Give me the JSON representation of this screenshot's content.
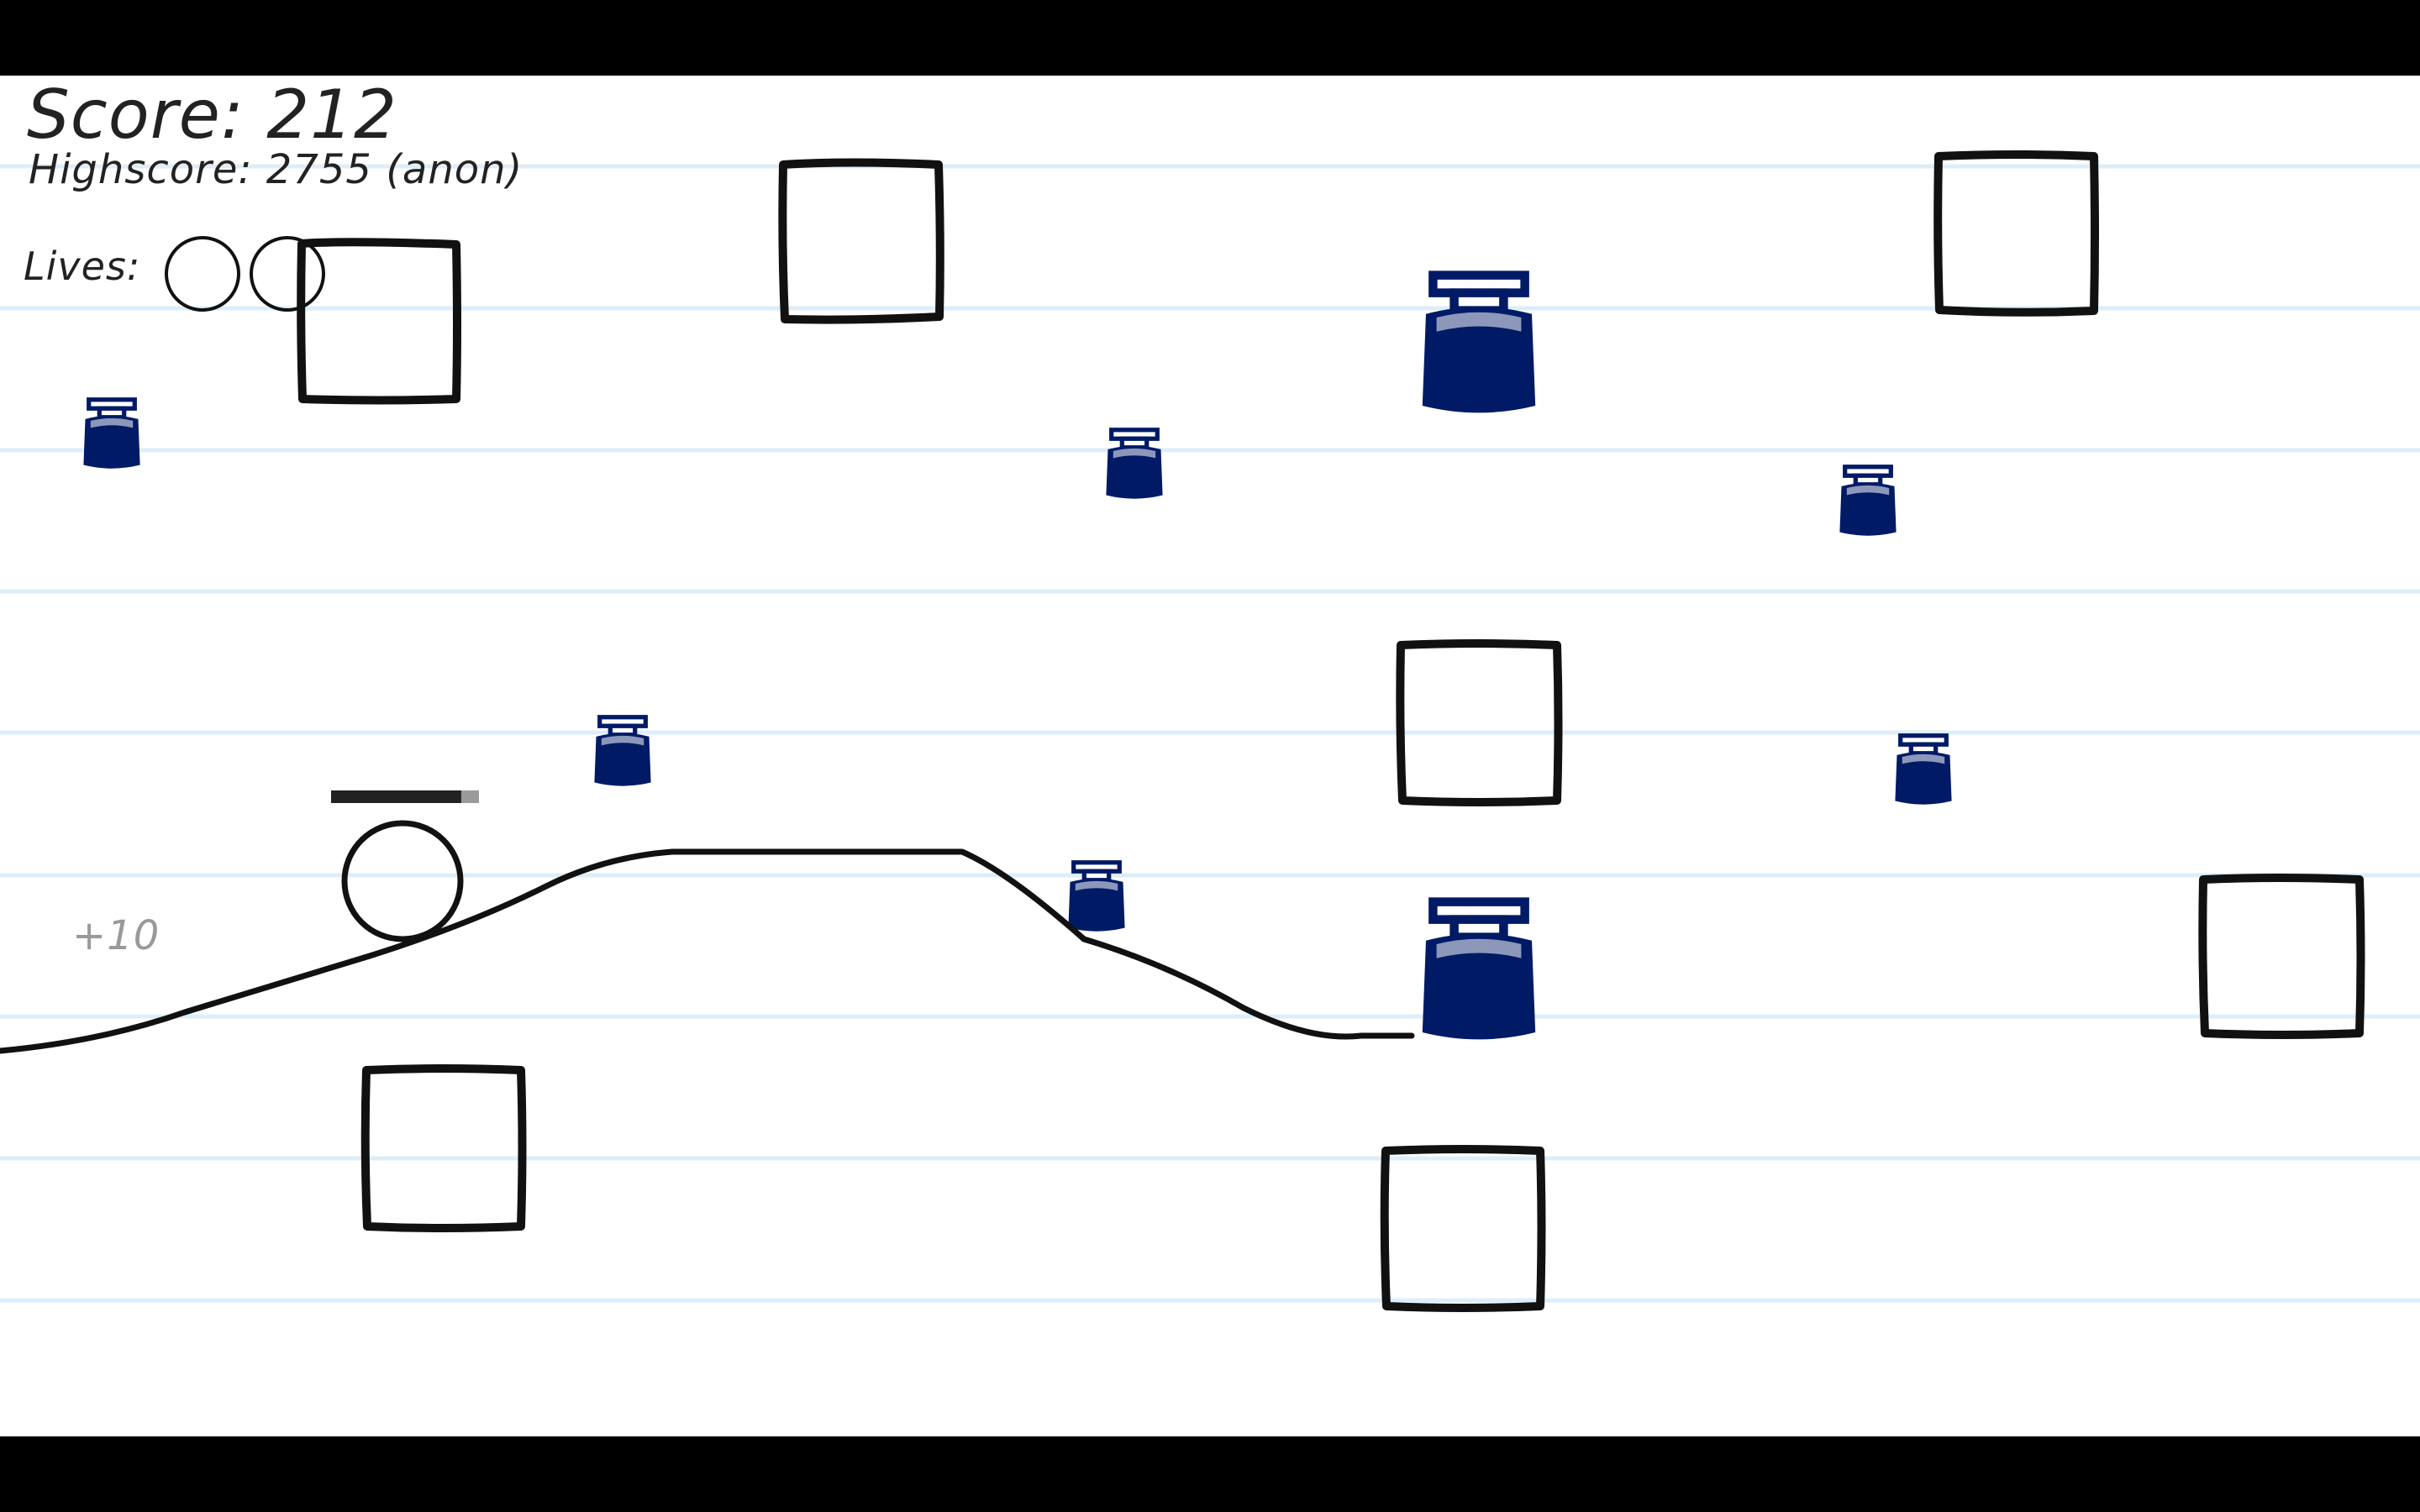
{
  "hud": {
    "score_text": "Score: 212",
    "highscore_text": "Highscore: 2755 (anon)",
    "lives_label": "Lives:",
    "lives_remaining": 2
  },
  "popup": {
    "points_text": "+10"
  },
  "player": {
    "charge_level": 0.88
  },
  "colors": {
    "paper": "#ffffff",
    "ruled_line": "#ddeefa",
    "ink": "#111111",
    "jar": "#001a66",
    "popup_text": "#999999"
  },
  "icons": {
    "player": "circle-ball",
    "obstacle": "square-block",
    "pickup": "ink-jar",
    "life": "circle-outline"
  }
}
